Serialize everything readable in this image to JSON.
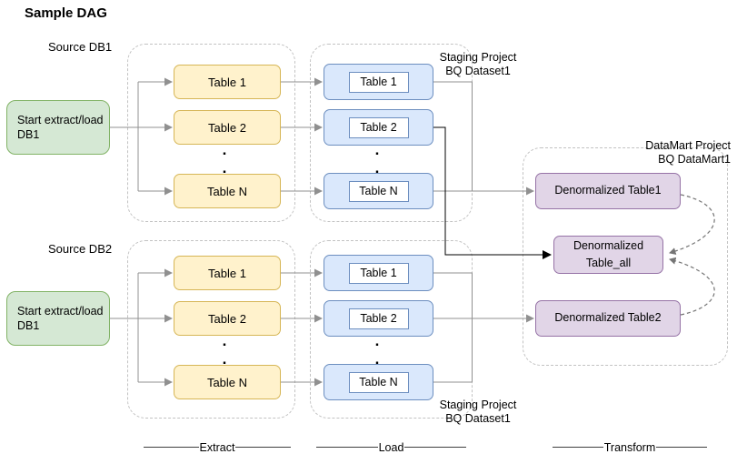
{
  "title": "Sample DAG",
  "row1": {
    "source_label": "Source DB1",
    "start_node": {
      "line1": "Start extract/load",
      "line2": "DB1"
    },
    "extract_tables": [
      "Table 1",
      "Table 2",
      "Table N"
    ],
    "load_tables": [
      "Table 1",
      "Table 2",
      "Table N"
    ],
    "staging_label": {
      "line1": "Staging Project",
      "line2": "BQ Dataset1"
    }
  },
  "row2": {
    "source_label": "Source DB2",
    "start_node": {
      "line1": "Start extract/load",
      "line2": "DB1"
    },
    "extract_tables": [
      "Table 1",
      "Table 2",
      "Table N"
    ],
    "load_tables": [
      "Table 1",
      "Table 2",
      "Table N"
    ],
    "staging_label": {
      "line1": "Staging Project",
      "line2": "BQ Dataset1"
    }
  },
  "datamart": {
    "label": {
      "line1": "DataMart Project",
      "line2": "BQ DataMart1"
    },
    "nodes": [
      "Denormalized Table1",
      "Denormalized Table_all",
      "Denormalized Table2"
    ]
  },
  "stages": {
    "extract": "Extract",
    "load": "Load",
    "transform": "Transform"
  },
  "ellipsis_dot": ".",
  "colors": {
    "start_fill": "#d5e8d4",
    "start_border": "#82b366",
    "extract_fill": "#fff2cc",
    "extract_border": "#d6b656",
    "load_fill": "#dae8fc",
    "load_border": "#6c8ebf",
    "datamart_fill": "#e1d5e7",
    "datamart_border": "#9673a6",
    "connector": "#909090",
    "connector_emphasis": "#000000",
    "cluster_border": "#c2c2c2"
  }
}
